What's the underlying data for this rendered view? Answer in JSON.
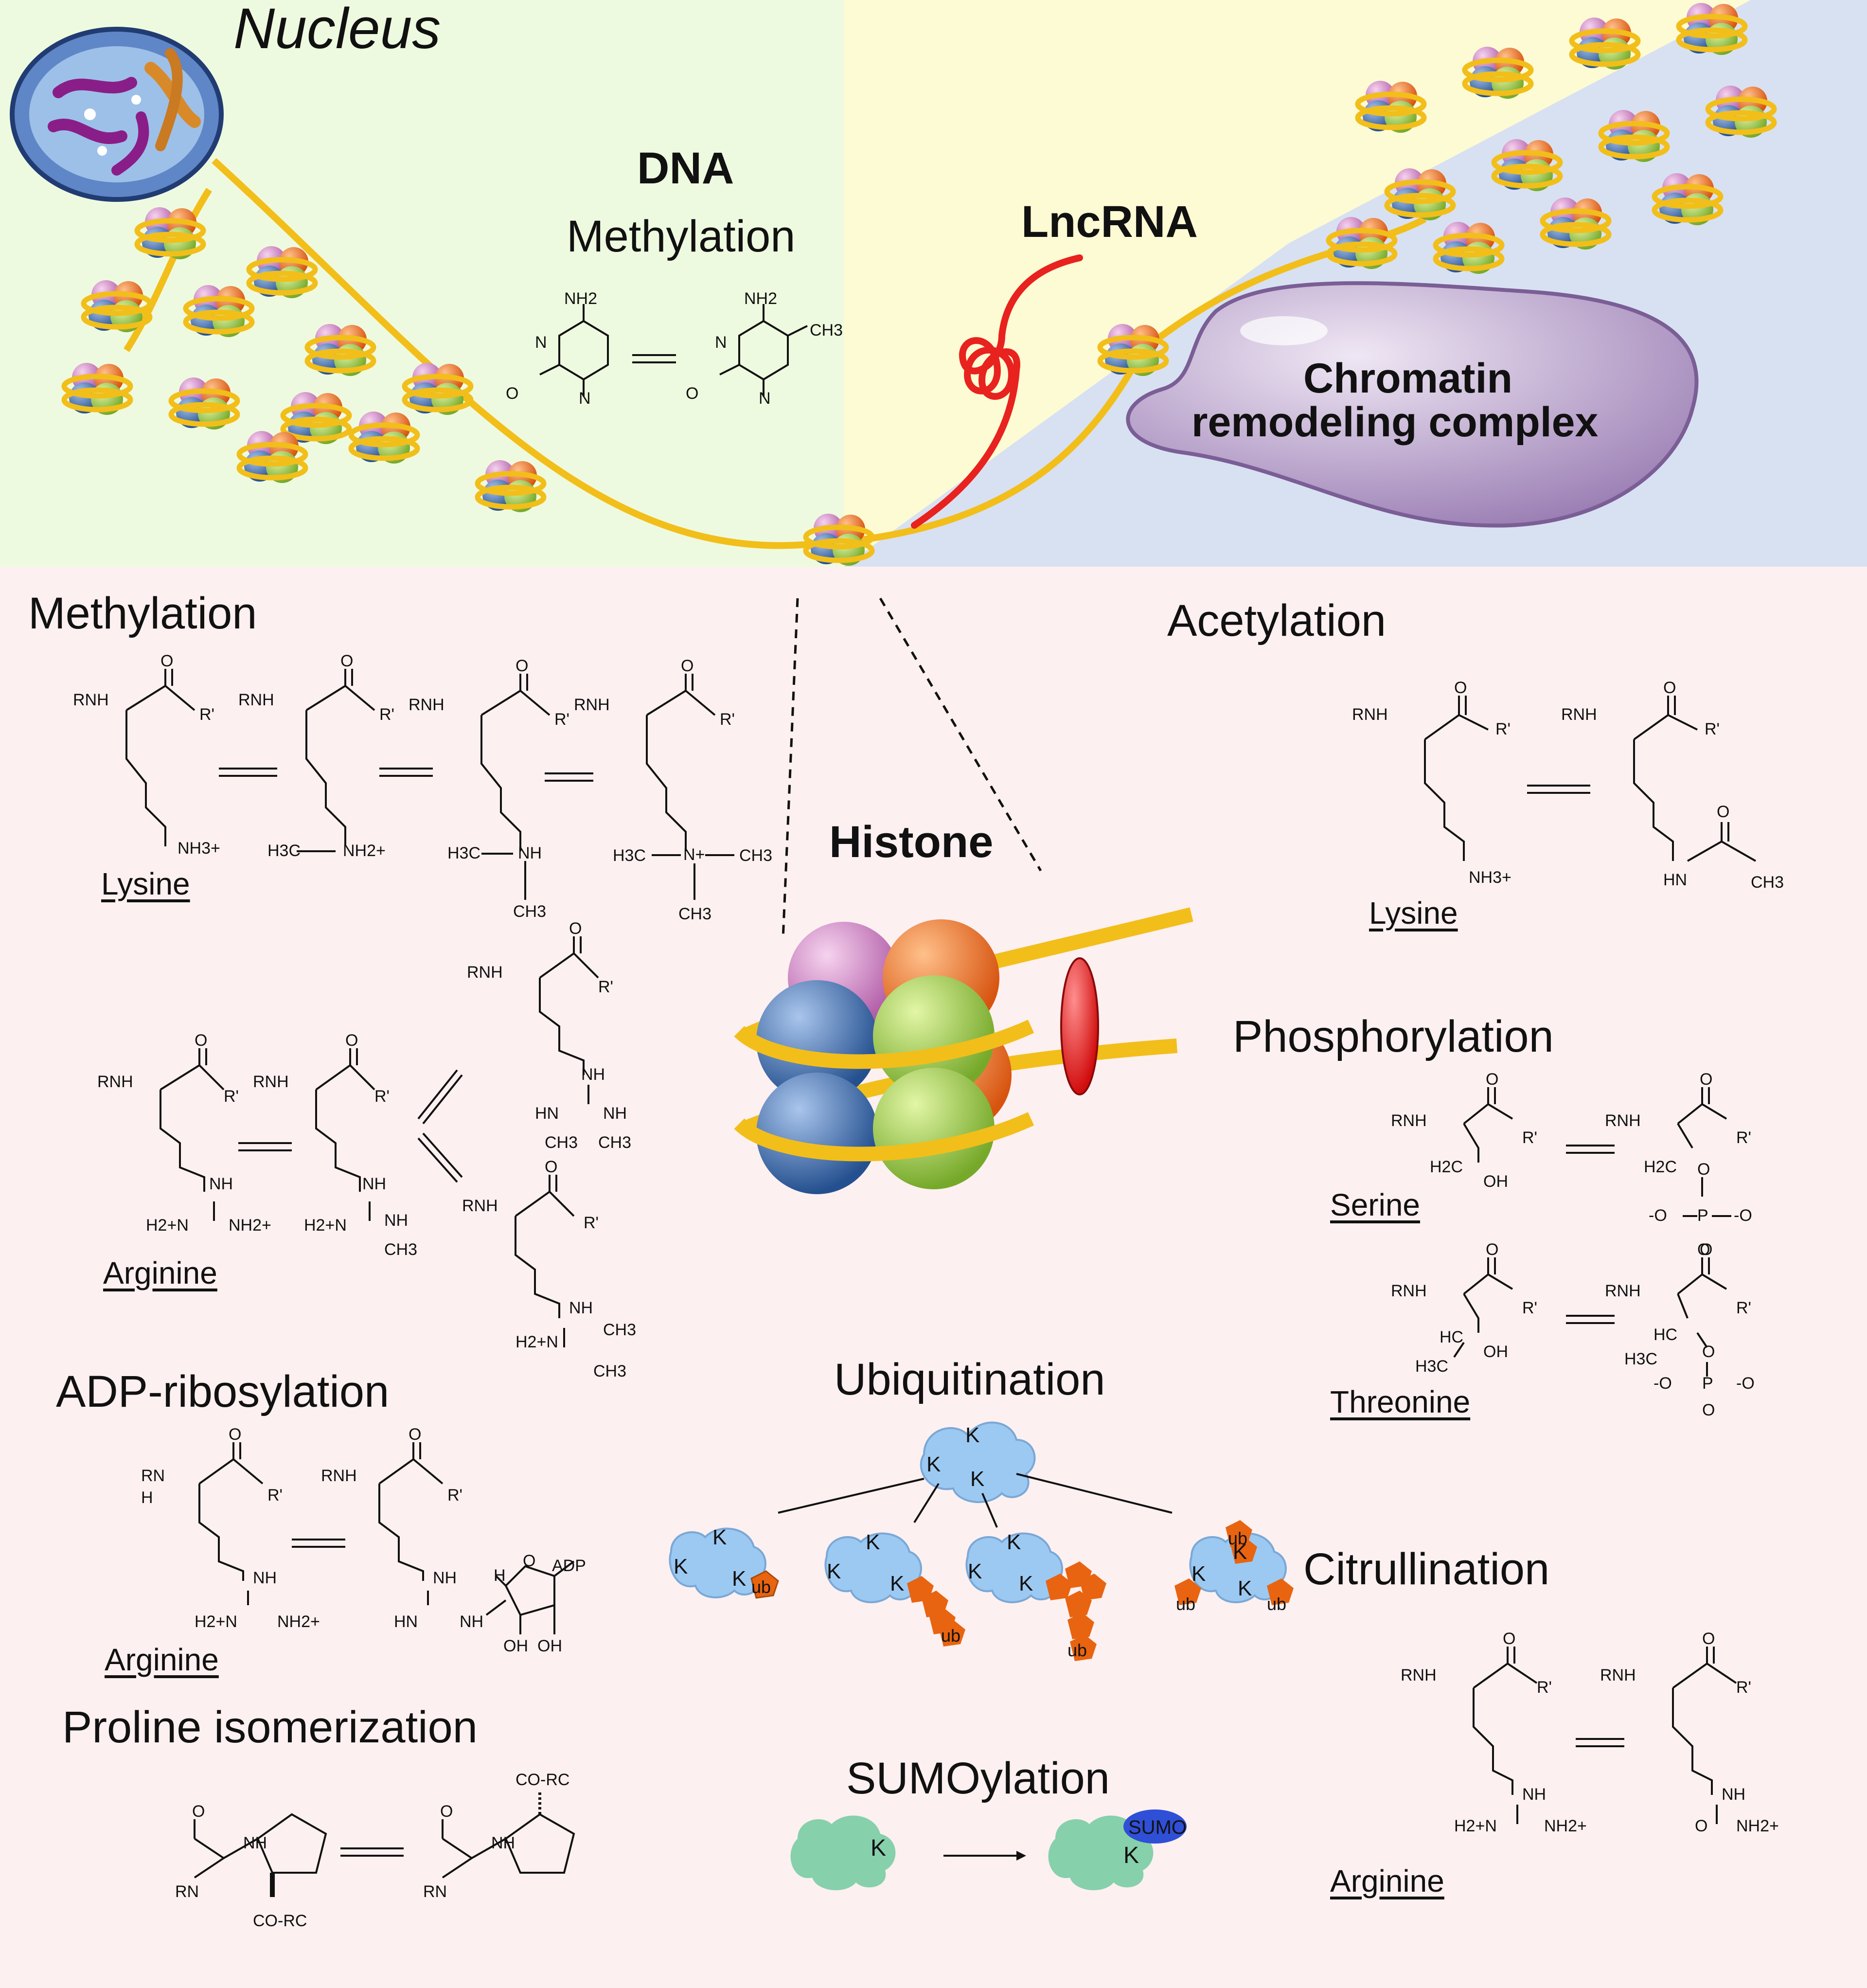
{
  "colors": {
    "background_pink": "#fdf0f0",
    "panel_green": "#eefadf",
    "panel_yellow": "#fdfbd4",
    "panel_blue": "#d8e1f2",
    "dna_yellow": "#f2be1a",
    "lncrna_red": "#e8221e",
    "complex_purple": "#b9a2c8",
    "histone_pink": "#cc7fc0",
    "histone_orange": "#f07a2a",
    "histone_blue": "#3f72b8",
    "histone_green": "#9fd24a",
    "ubiquitin_orange": "#e86410",
    "cloud_blue": "#9cc9f2",
    "sumo_green": "#86d0ac",
    "sumo_blue": "#2f4fd6"
  },
  "top_panel": {
    "nucleus": "Nucleus",
    "dna": "DNA",
    "dna_methylation": "Methylation",
    "lncrna": "LncRNA",
    "chromatin_line1": "Chromatin",
    "chromatin_line2": "remodeling complex",
    "dna_chem": {
      "nh2": "NH2",
      "ch3": "CH3",
      "n": "N",
      "o": "O"
    }
  },
  "histone": "Histone",
  "sections": {
    "methylation": "Methylation",
    "acetylation": "Acetylation",
    "phosphorylation": "Phosphorylation",
    "adp_ribosylation": "ADP-ribosylation",
    "ubiquitination": "Ubiquitination",
    "citrullination": "Citrullination",
    "proline_isomerization": "Proline isomerization",
    "sumoylation": "SUMOylation"
  },
  "residues": {
    "lysine_methyl": "Lysine",
    "arginine_methyl": "Arginine",
    "lysine_acetyl": "Lysine",
    "serine": "Serine",
    "threonine": "Threonine",
    "arginine_adp": "Arginine",
    "arginine_citrul": "Arginine"
  },
  "chem": {
    "rnh": "RNH",
    "r_prime": "R'",
    "o": "O",
    "nh3": "NH3+",
    "nh2": "NH2+",
    "nh": "NH",
    "n_plus": "N+",
    "h3c": "H3C",
    "ch3": "CH3",
    "h2n_plus": "H2+N",
    "hn": "HN",
    "oh": "OH",
    "h2c": "H2C",
    "hc": "HC",
    "p": "P",
    "o_minus": "-O",
    "adp": "ADP",
    "co_rc": "CO-RC",
    "rn": "RN",
    "rn_h": "H"
  },
  "ubiquitin": {
    "k": "K",
    "ub": "ub"
  },
  "sumo": {
    "k": "K",
    "tag": "SUMO"
  }
}
